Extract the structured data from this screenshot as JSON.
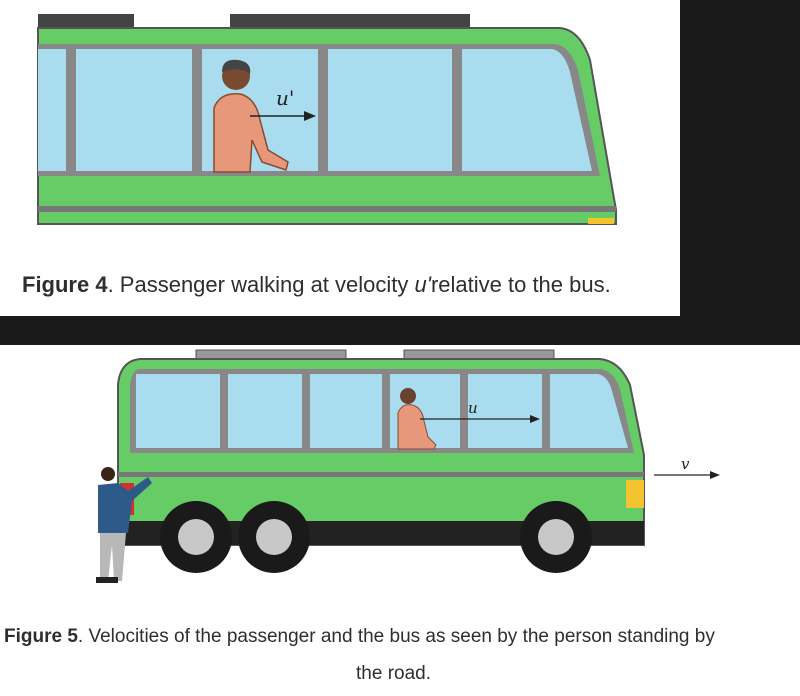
{
  "figure4": {
    "caption_label": "Figure 4",
    "caption_text_before": ". Passenger walking at velocity ",
    "caption_var": "u'",
    "caption_text_after": "relative to the bus.",
    "arrow_label": "u'"
  },
  "figure5": {
    "caption_label": "Figure 5",
    "caption_line1": ". Velocities of the passenger and the bus as seen by the person standing by",
    "caption_line2": "the road.",
    "passenger_arrow_label": "u",
    "bus_arrow_label": "v"
  },
  "colors": {
    "bus_body": "#66cc66",
    "window": "#a8dcee",
    "frame": "#777777",
    "skin": "#e8987a",
    "jacket": "#2e5a8a",
    "light": "#f4c430"
  }
}
